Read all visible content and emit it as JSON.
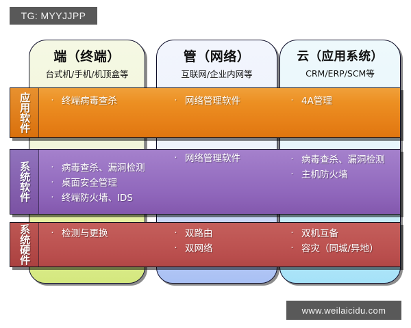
{
  "watermarks": {
    "top_badge": "TG: MYYJJPP",
    "bottom_badge": "www.weilaicidu.com"
  },
  "columns": [
    {
      "title": "端（终端）",
      "subtitle": "台式机/手机/机顶盒等",
      "color": "#d4e87e"
    },
    {
      "title": "管（网络）",
      "subtitle": "互联网/企业内网等",
      "color": "#a9c0f4"
    },
    {
      "title": "云（应用系统）",
      "subtitle": "CRM/ERP/SCM等",
      "color": "#a5e2f8"
    }
  ],
  "layers": [
    {
      "label": "应用软件",
      "color": "#e8831a",
      "cells": [
        {
          "items": [
            "终端病毒查杀"
          ]
        },
        {
          "items": [
            "网络管理软件"
          ]
        },
        {
          "items": [
            "4A管理"
          ]
        }
      ]
    },
    {
      "label": "系统软件",
      "color": "#8f66bb",
      "cells": [
        {
          "items": [
            "病毒查杀、漏洞检测",
            "桌面安全管理",
            "终端防火墙、IDS"
          ]
        },
        {
          "items": [
            "网络管理软件"
          ]
        },
        {
          "items": [
            "病毒查杀、漏洞检测",
            "主机防火墙"
          ]
        }
      ]
    },
    {
      "label": "系统硬件",
      "color": "#b94e4d",
      "cells": [
        {
          "items": [
            "检测与更换"
          ]
        },
        {
          "items": [
            "双路由",
            "双网络"
          ]
        },
        {
          "items": [
            "双机互备",
            "容灾（同城/异地）"
          ]
        }
      ]
    }
  ],
  "bullet_glyph": "·"
}
